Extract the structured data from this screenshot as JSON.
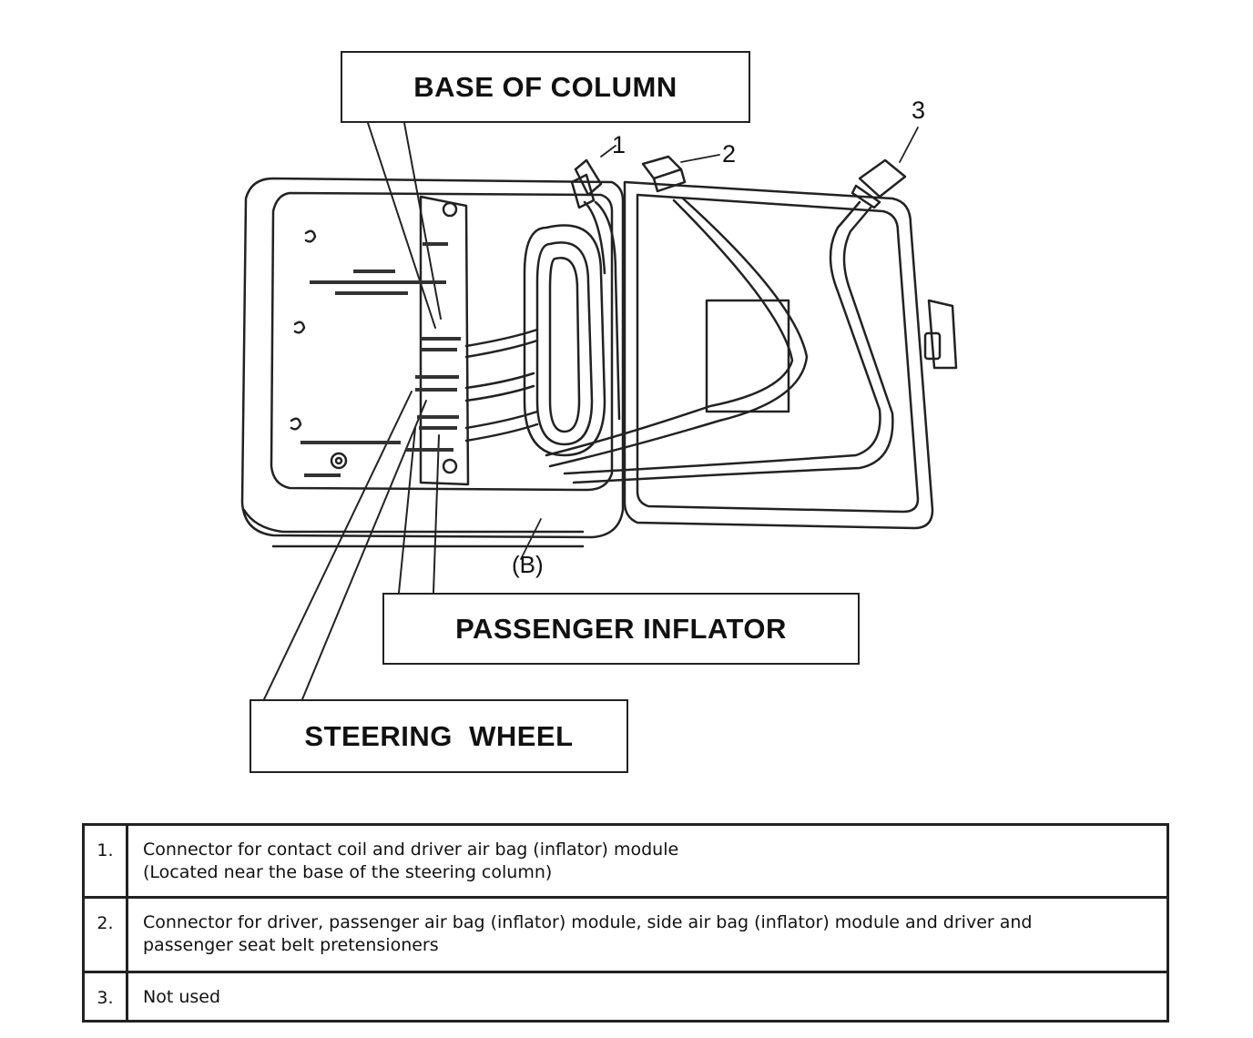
{
  "callouts": {
    "base_of_column": "BASE OF COLUMN",
    "passenger_inflator": "PASSENGER INFLATOR",
    "steering_wheel": "STEERING  WHEEL"
  },
  "numbers": {
    "one": "1",
    "two": "2",
    "three": "3",
    "b": "(B)"
  },
  "legend": [
    {
      "num": "1.",
      "lines": [
        "Connector for contact coil and driver air bag (inflator) module",
        "(Located near the base of the steering column)"
      ]
    },
    {
      "num": "2.",
      "lines": [
        "Connector for driver, passenger air bag (inflator) module, side air bag (inflator) module and driver and",
        "passenger seat belt pretensioners"
      ]
    },
    {
      "num": "3.",
      "lines": [
        "Not used"
      ]
    }
  ]
}
